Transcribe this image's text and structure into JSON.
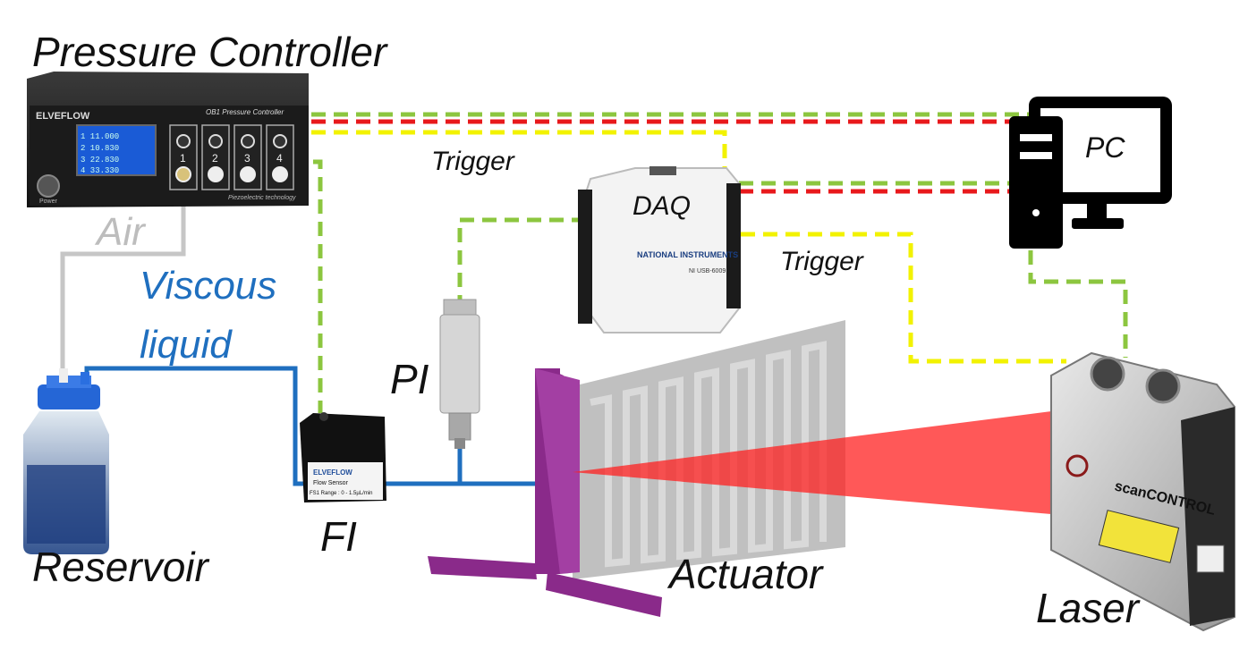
{
  "labels": {
    "pressure_controller": "Pressure Controller",
    "pc": "PC",
    "daq": "DAQ",
    "trigger_top": "Trigger",
    "trigger_right": "Trigger",
    "air": "Air",
    "viscous_line1": "Viscous",
    "viscous_line2": "liquid",
    "pi": "PI",
    "fi": "FI",
    "reservoir": "Reservoir",
    "actuator": "Actuator",
    "laser": "Laser"
  },
  "device_text": {
    "elveflow_brand": "ELVEFLOW",
    "ob1_title": "OB1 Pressure Controller",
    "piezo": "Piezoelectric technology",
    "power": "Power",
    "channels": [
      "1",
      "2",
      "3",
      "4"
    ],
    "flow_sensor_brand": "ELVEFLOW",
    "flow_sensor_name": "Flow Sensor",
    "flow_sensor_range": "FS1 Range : 0 - 1.5µL/min",
    "ni_brand": "NATIONAL INSTRUMENTS",
    "ni_model": "NI USB-6009",
    "laser_brand": "scanCONTROL"
  },
  "colors": {
    "air_line": "#c6c6c6",
    "liquid_line": "#1f6fbf",
    "signal_green": "#8cc63f",
    "signal_red": "#e8191c",
    "trigger_yellow": "#f2f200",
    "actuator": "#8a2a8a",
    "laser_beam": "#ff2020"
  }
}
